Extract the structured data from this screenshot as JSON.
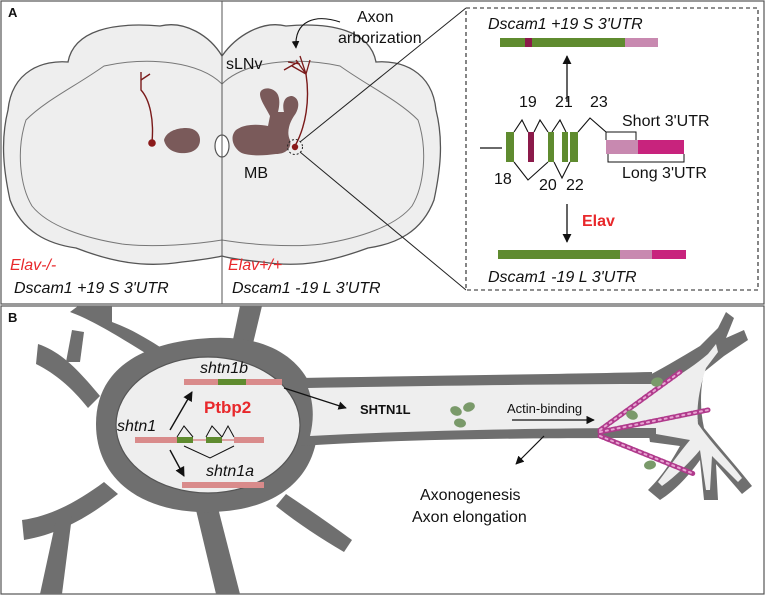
{
  "panelA": {
    "label": "A",
    "axon_line1": "Axon",
    "axon_line2": "arborization",
    "slnv": "sLNv",
    "mb": "MB",
    "left_genotype": "Elav-/-",
    "left_isoform": "Dscam1 +19 S 3'UTR",
    "right_genotype": "Elav+/+",
    "right_isoform": "Dscam1 -19 L 3'UTR",
    "inset": {
      "top_isoform": "Dscam1 +19 S 3'UTR",
      "bottom_isoform": "Dscam1 -19 L 3'UTR",
      "exon19": "19",
      "exon21": "21",
      "exon23": "23",
      "exon18": "18",
      "exon20": "20",
      "exon22": "22",
      "short_utr": "Short 3'UTR",
      "long_utr": "Long 3'UTR",
      "regulator": "Elav"
    }
  },
  "panelB": {
    "label": "B",
    "shtn1b": "shtn1b",
    "shtn1": "shtn1",
    "shtn1a": "shtn1a",
    "regulator": "Ptbp2",
    "protein": "SHTN1L",
    "actin": "Actin-binding",
    "outcome1": "Axonogenesis",
    "outcome2": "Axon elongation"
  },
  "colors": {
    "accent_red": "#e8282b",
    "exon_green": "#5f8b2f",
    "exon_maroon": "#8b1a4a",
    "utr_pink": "#c889b0",
    "utr_magenta": "#c8237d",
    "mb_brown": "#7a5a5a",
    "neuron_gray": "#6f6f6f",
    "brain_fill": "#eeeeee",
    "transcript_pink": "#d98b8b"
  }
}
